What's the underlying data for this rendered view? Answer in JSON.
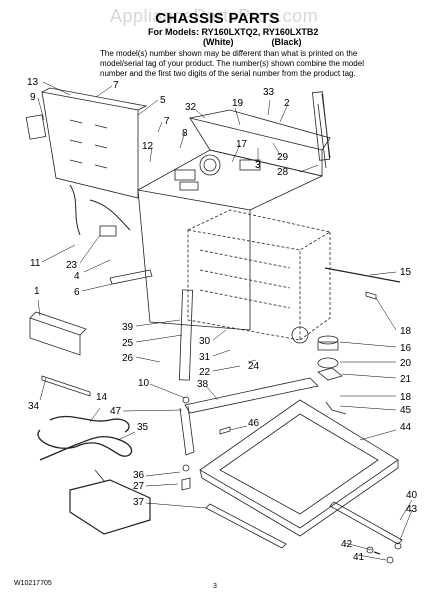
{
  "watermark": "AppliancePartsPros.com",
  "header": {
    "title": "CHASSIS PARTS",
    "models_line": "For Models: RY160LXTQ2, RY160LXTB2",
    "color_white": "(White)",
    "color_black": "(Black)",
    "note_lines": [
      "The model(s) number shown may be different than what is printed on the",
      "model/serial tag of your product. The number(s) shown combine the model",
      "number and the first two digits of the serial number from the product tag."
    ]
  },
  "callouts": [
    "13",
    "7",
    "9",
    "5",
    "32",
    "19",
    "33",
    "2",
    "7",
    "8",
    "17",
    "12",
    "3",
    "29",
    "28",
    "11",
    "23",
    "4",
    "6",
    "15",
    "1",
    "39",
    "25",
    "18",
    "26",
    "30",
    "16",
    "31",
    "20",
    "22",
    "24",
    "21",
    "34",
    "10",
    "38",
    "18",
    "14",
    "47",
    "46",
    "45",
    "35",
    "44",
    "36",
    "27",
    "40",
    "37",
    "43",
    "42",
    "41"
  ],
  "footer": {
    "doc_number": "W10217705",
    "page": "3"
  }
}
